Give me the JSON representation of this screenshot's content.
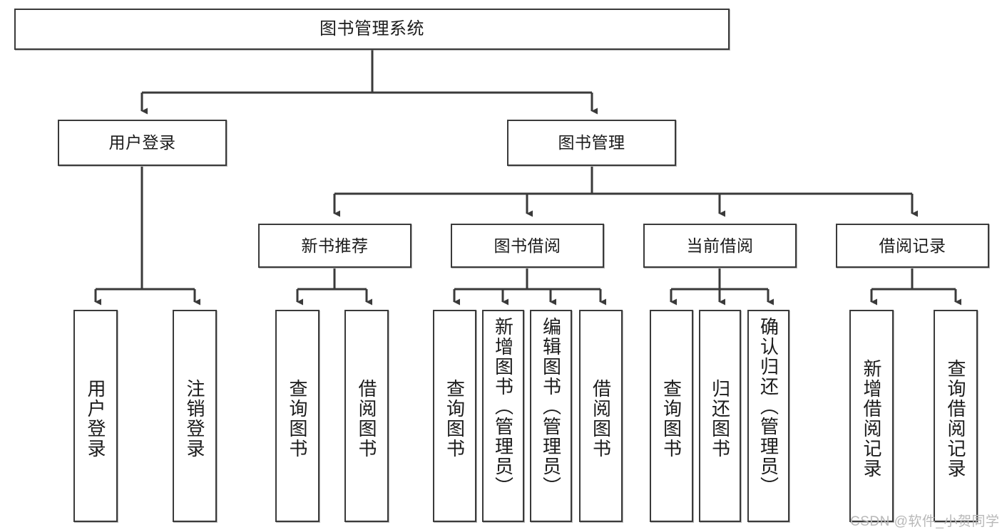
{
  "diagram": {
    "title_text": "图书管理系统",
    "type": "tree-hierarchy",
    "root": {
      "label": "图书管理系统"
    },
    "level2": [
      {
        "label": "用户登录"
      },
      {
        "label": "图书管理"
      }
    ],
    "level3": [
      {
        "label": "新书推荐"
      },
      {
        "label": "图书借阅"
      },
      {
        "label": "当前借阅"
      },
      {
        "label": "借阅记录"
      }
    ],
    "leaves_login": [
      {
        "label": "用户登录"
      },
      {
        "label": "注销登录"
      }
    ],
    "leaves_newbook": [
      {
        "label": "查询图书"
      },
      {
        "label": "借阅图书"
      }
    ],
    "leaves_borrow": [
      {
        "label": "查询图书"
      },
      {
        "label": "新增图书（管理员）"
      },
      {
        "label": "编辑图书（管理员）"
      },
      {
        "label": "借阅图书"
      }
    ],
    "leaves_current": [
      {
        "label": "查询图书"
      },
      {
        "label": "归还图书"
      },
      {
        "label": "确认归还（管理员）"
      }
    ],
    "leaves_records": [
      {
        "label": "新增借阅记录"
      },
      {
        "label": "查询借阅记录"
      }
    ],
    "watermark": "CSDN @软件_小贺同学",
    "colors": {
      "stroke": "#3a3a3a",
      "fill": "#ffffff",
      "text": "#1b1b1b",
      "watermark": "#b8b8b8"
    }
  }
}
